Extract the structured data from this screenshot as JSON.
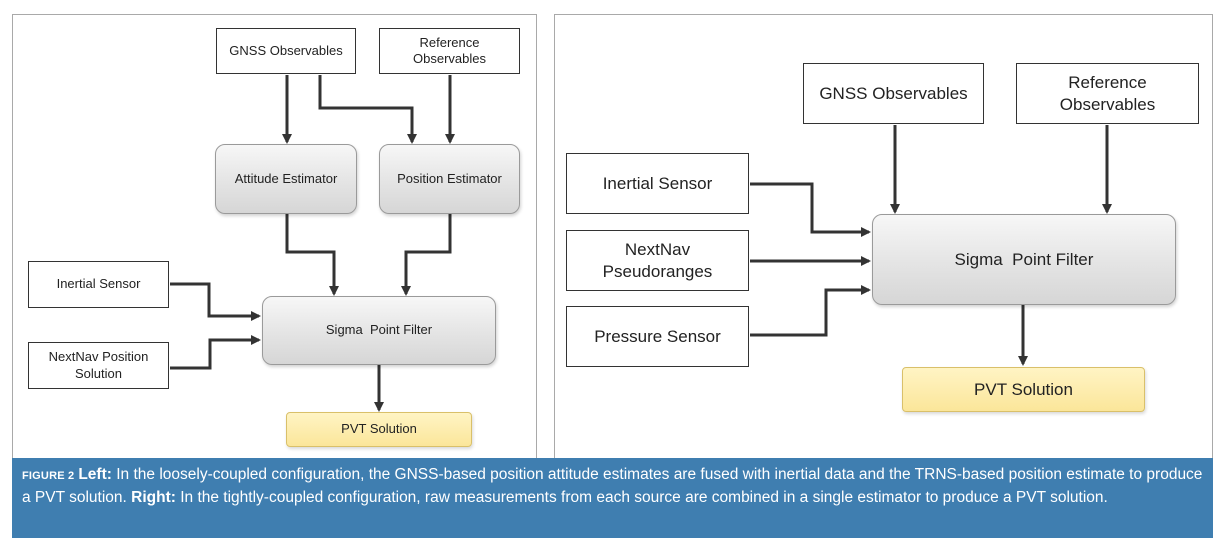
{
  "left_diagram": {
    "gnss": "GNSS Observables",
    "reference": "Reference\nObservables",
    "attitude": "Attitude Estimator",
    "position": "Position Estimator",
    "inertial": "Inertial Sensor",
    "nextnav": "NextNav Position\nSolution",
    "filter": "Sigma  Point Filter",
    "pvt": "PVT Solution"
  },
  "right_diagram": {
    "gnss": "GNSS Observables",
    "reference": "Reference\nObservables",
    "inertial": "Inertial Sensor",
    "nextnav": "NextNav\nPseudoranges",
    "pressure": "Pressure Sensor",
    "filter": "Sigma  Point Filter",
    "pvt": "PVT Solution"
  },
  "caption": {
    "label": "FIGURE 2",
    "left_head": "Left:",
    "left_text": " In the loosely-coupled configuration, the GNSS-based position attitude estimates are fused with inertial data and the TRNS-based position estimate to produce a PVT solution. ",
    "right_head": "Right:",
    "right_text": " In the tightly-coupled configuration, raw measurements from each source are combined in a single estimator to produce a PVT solution."
  },
  "colors": {
    "caption_bg": "#3f7eb0",
    "pvt_fill": "#fbe69a",
    "arrow": "#333333"
  }
}
